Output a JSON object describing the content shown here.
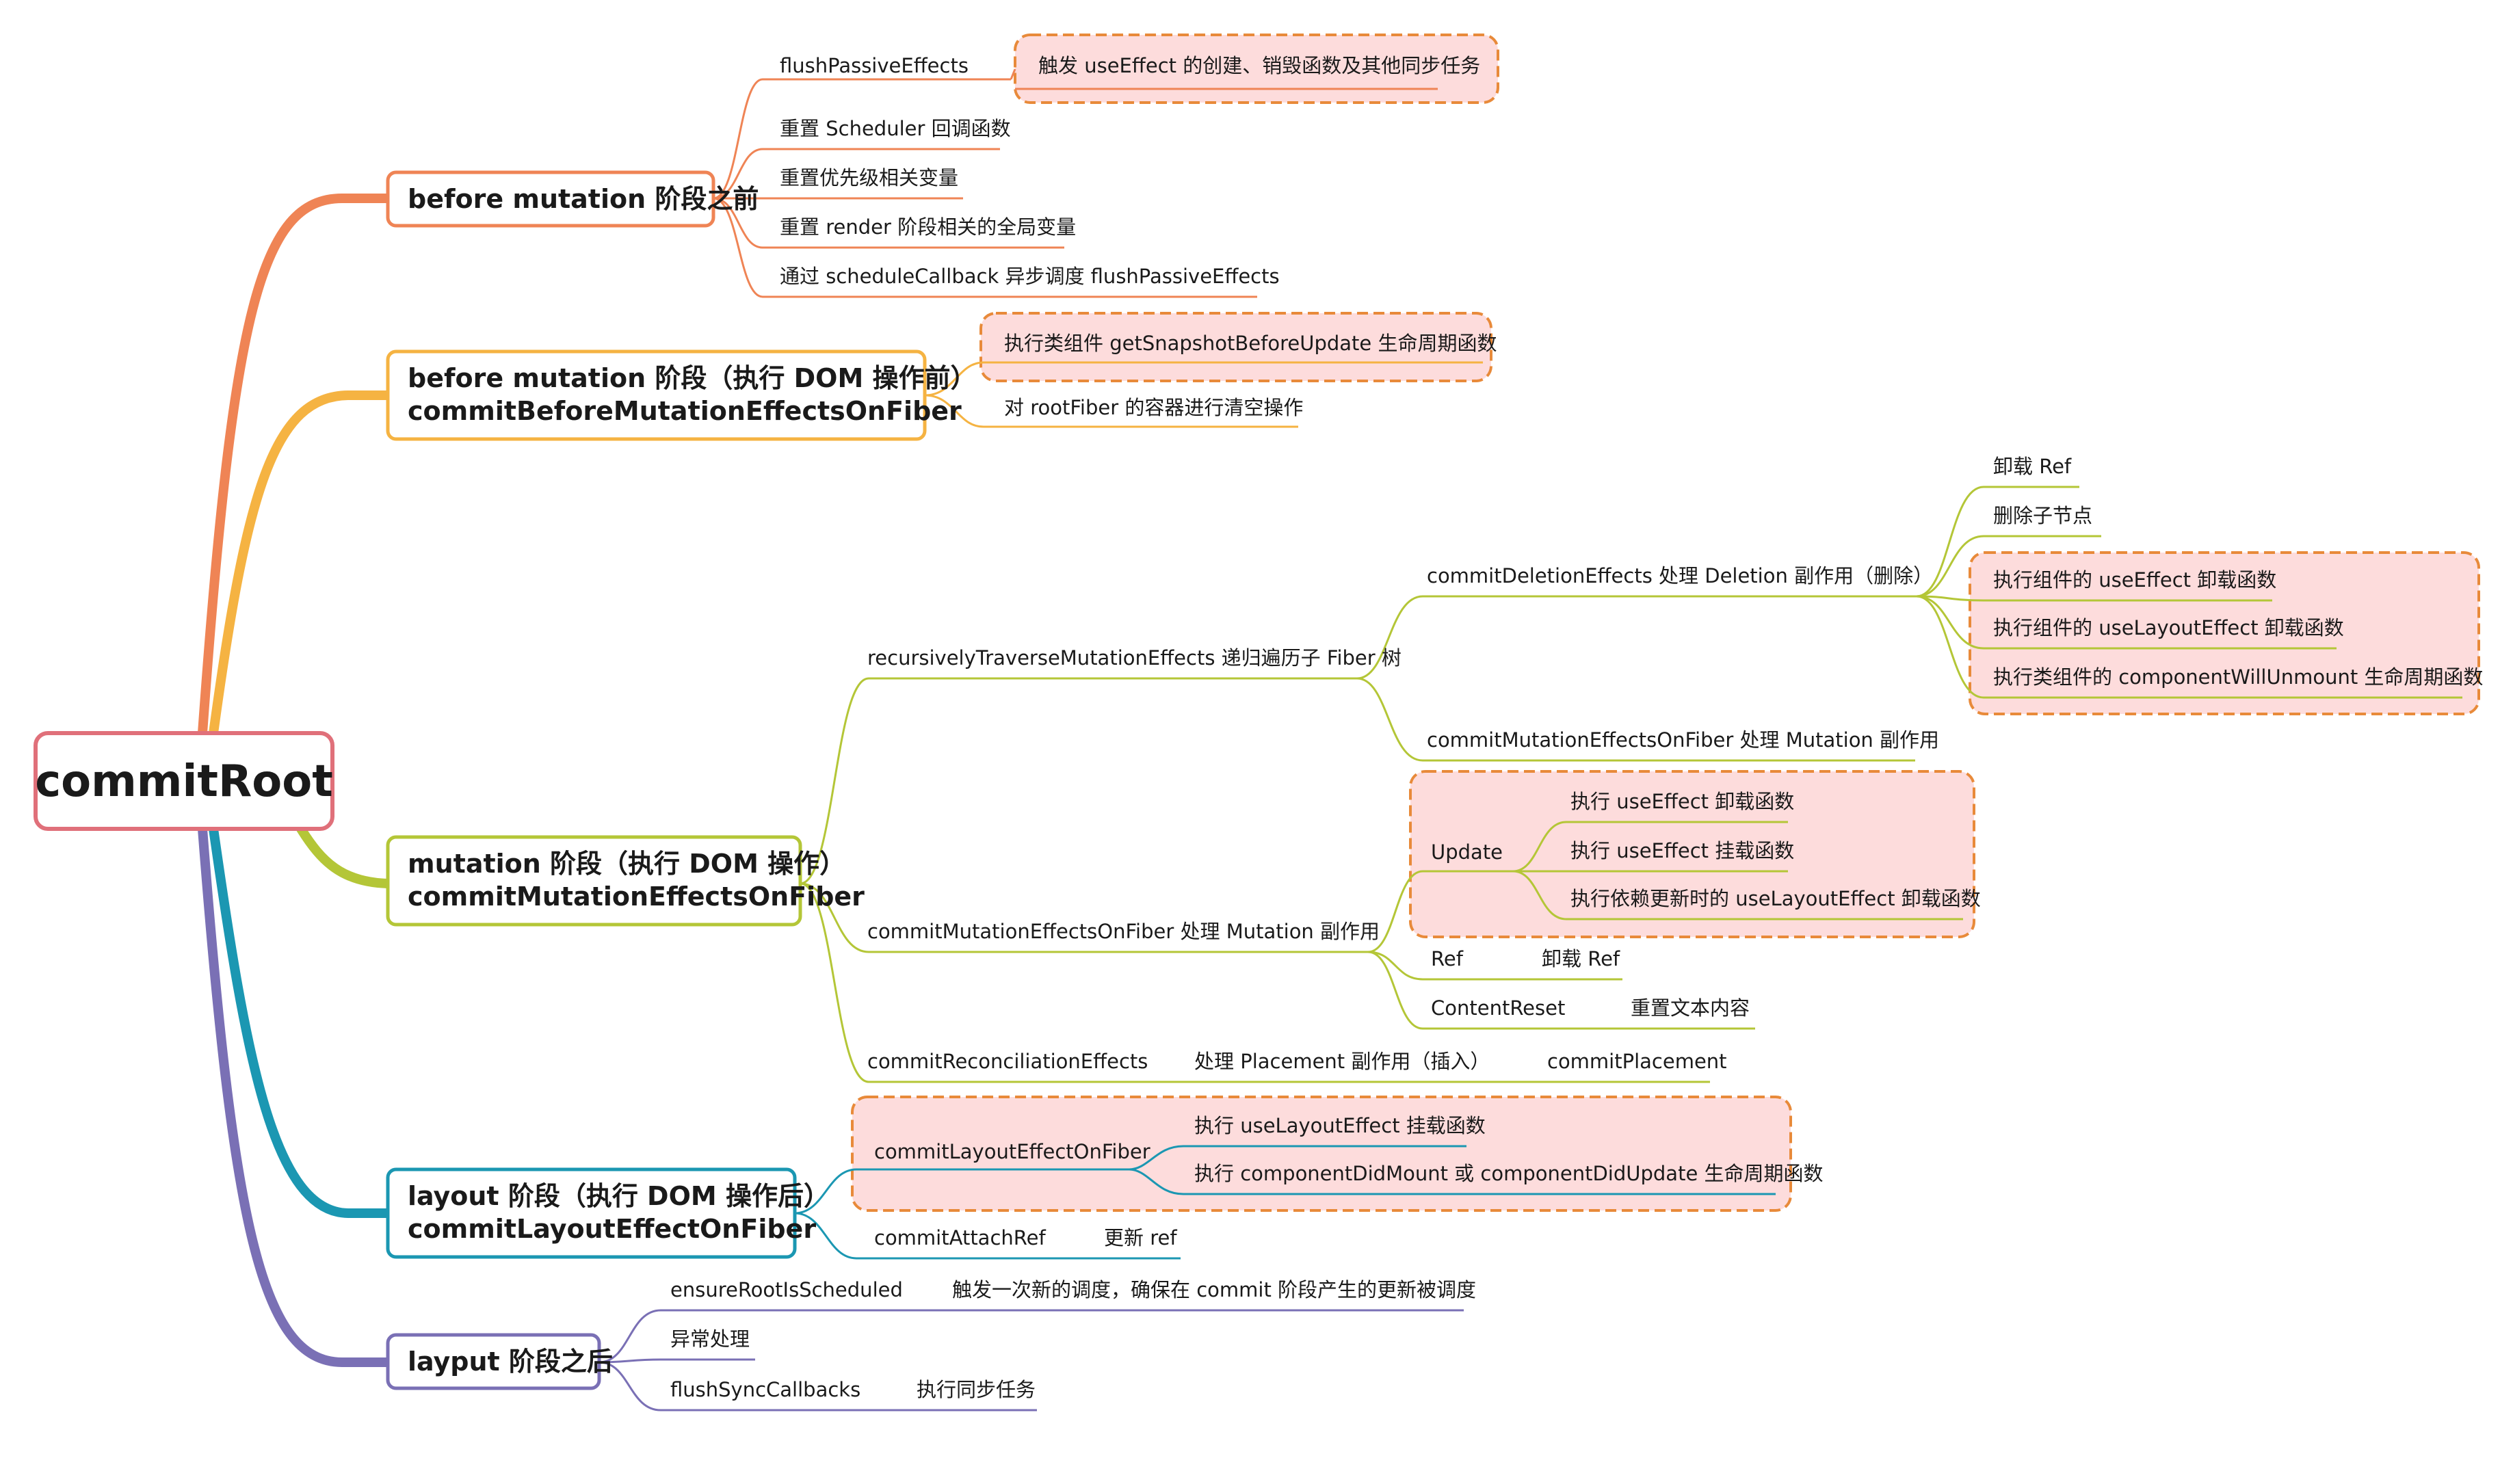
{
  "colors": {
    "root": "#e0707a",
    "before": "#ef8455",
    "beforeMutation": "#f5b342",
    "mutation": "#b4c637",
    "layout": "#1b97b2",
    "after": "#7a70b5",
    "highlight_fill": "#fddcdc",
    "highlight_border": "#e88a3a"
  },
  "root": {
    "label": "commitRoot"
  },
  "branches": {
    "before": {
      "label": "before mutation 阶段之前",
      "items": [
        "flushPassiveEffects",
        "触发 useEffect 的创建、销毁函数及其他同步任务",
        "重置 Scheduler 回调函数",
        "重置优先级相关变量",
        "重置 render 阶段相关的全局变量",
        "通过 scheduleCallback 异步调度 flushPassiveEffects"
      ]
    },
    "beforeMutation": {
      "label_line1": "before mutation 阶段（执行 DOM 操作前）",
      "label_line2": "commitBeforeMutationEffectsOnFiber",
      "items": [
        "执行类组件 getSnapshotBeforeUpdate 生命周期函数",
        "对 rootFiber 的容器进行清空操作"
      ]
    },
    "mutation": {
      "label_line1": "mutation 阶段（执行 DOM 操作）",
      "label_line2": "commitMutationEffectsOnFiber",
      "items": [
        "recursivelyTraverseMutationEffects 递归遍历子 Fiber 树",
        "commitDeletionEffects 处理 Deletion 副作用（删除）",
        "卸载 Ref",
        "删除子节点",
        "执行组件的 useEffect 卸载函数",
        "执行组件的 useLayoutEffect 卸载函数",
        "执行类组件的 componentWillUnmount 生命周期函数",
        "commitMutationEffectsOnFiber 处理 Mutation 副作用",
        "commitMutationEffectsOnFiber 处理 Mutation 副作用",
        "Update",
        "执行 useEffect 卸载函数",
        "执行 useEffect 挂载函数",
        "执行依赖更新时的 useLayoutEffect 卸载函数",
        "Ref",
        "卸载 Ref",
        "ContentReset",
        "重置文本内容",
        "commitReconciliationEffects",
        "处理 Placement 副作用（插入）",
        "commitPlacement"
      ]
    },
    "layout": {
      "label_line1": "layout 阶段（执行 DOM 操作后）",
      "label_line2": "commitLayoutEffectOnFiber",
      "items": [
        "commitLayoutEffectOnFiber",
        "执行 useLayoutEffect 挂载函数",
        "执行 componentDidMount 或 componentDidUpdate 生命周期函数",
        "commitAttachRef",
        "更新 ref"
      ]
    },
    "after": {
      "label": "layput 阶段之后",
      "items": [
        "ensureRootIsScheduled",
        "触发一次新的调度，确保在 commit 阶段产生的更新被调度",
        "异常处理",
        "flushSyncCallbacks",
        "执行同步任务"
      ]
    }
  }
}
